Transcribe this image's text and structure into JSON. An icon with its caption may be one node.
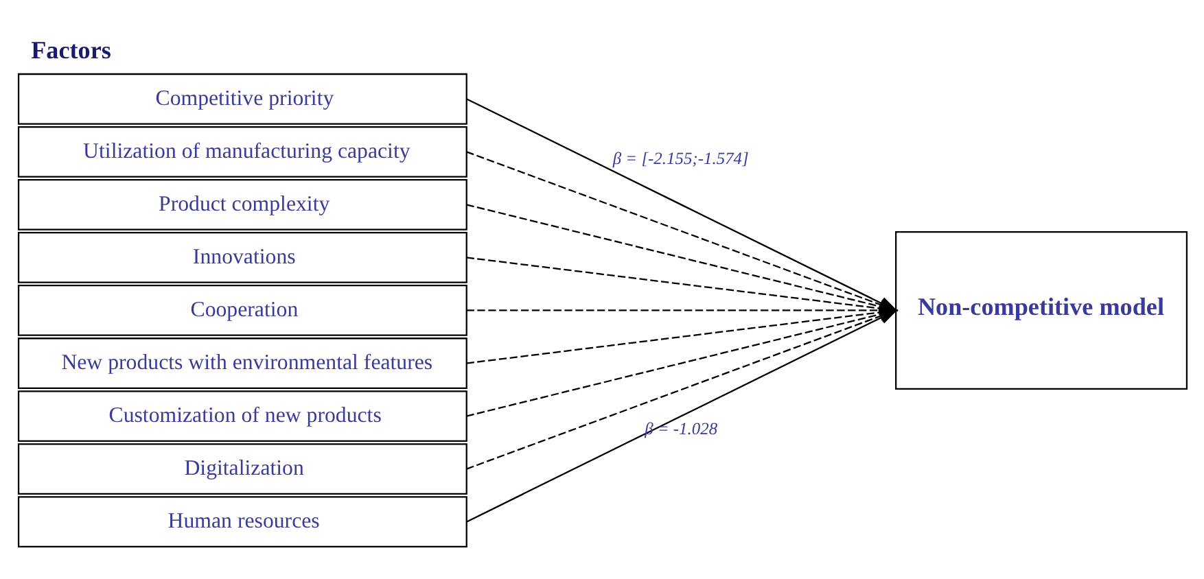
{
  "diagram": {
    "title": "Factors",
    "nodes": [
      {
        "text": [
          "Competitive priority"
        ]
      },
      {
        "text": [
          "Utilization of manufacturing capacity"
        ]
      },
      {
        "text": [
          "Product complexity"
        ]
      },
      {
        "text": [
          "Innovations"
        ]
      },
      {
        "text": [
          "Cooperation"
        ]
      },
      {
        "text": [
          "New products with environmental features"
        ]
      },
      {
        "text": [
          "Customization of new products"
        ]
      },
      {
        "text": [
          "Digitalization"
        ]
      },
      {
        "text": [
          "Human resources"
        ]
      },
      {
        "text": [
          "Non-competitive model"
        ]
      }
    ],
    "edges": [
      {
        "from": 0,
        "to": 9,
        "arrow": "to",
        "label": "β = [-2.155;-1.574]"
      },
      {
        "from": 1,
        "to": 9,
        "arrow": "to",
        "style": "dashed"
      },
      {
        "from": 2,
        "to": 9,
        "arrow": "to",
        "style": "dashed"
      },
      {
        "from": 3,
        "to": 9,
        "arrow": "to",
        "style": "dashed"
      },
      {
        "from": 4,
        "to": 9,
        "arrow": "to",
        "style": "dashed"
      },
      {
        "from": 5,
        "to": 9,
        "arrow": "to",
        "style": "dashed"
      },
      {
        "from": 6,
        "to": 9,
        "arrow": "to",
        "style": "dashed"
      },
      {
        "from": 7,
        "to": 9,
        "arrow": "to",
        "style": "dashed"
      },
      {
        "from": 8,
        "to": 9,
        "arrow": "to",
        "label": "β = -1.028"
      }
    ]
  }
}
